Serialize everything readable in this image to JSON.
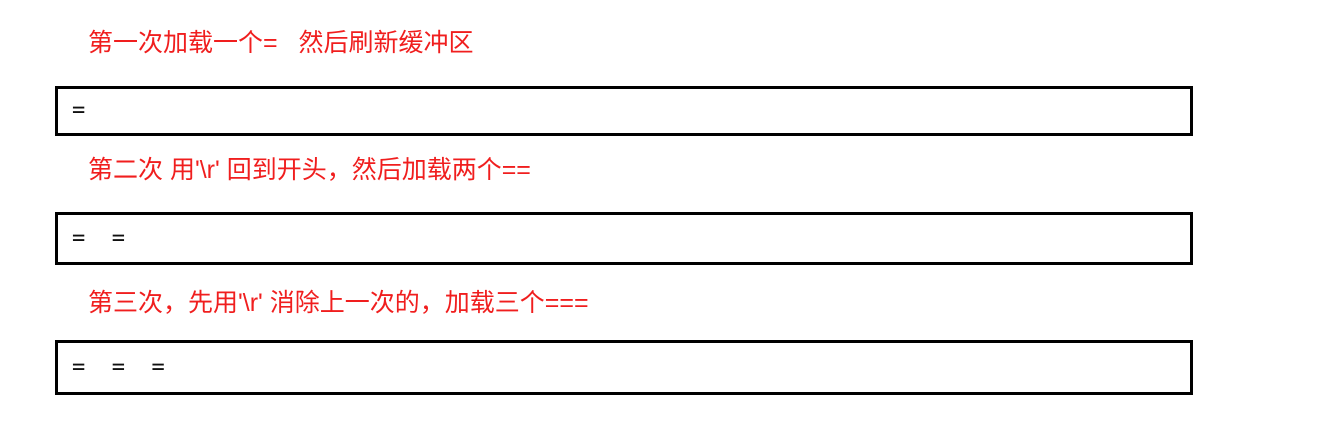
{
  "colors": {
    "annotation_red": "#f01e1e",
    "box_border": "#000000",
    "console_text": "#101010",
    "background": "#ffffff"
  },
  "steps": [
    {
      "annotation": "第一次加载一个=   然后刷新缓冲区",
      "console_output": "="
    },
    {
      "annotation": "第二次 用'\\r' 回到开头，然后加载两个==",
      "console_output": "=  ="
    },
    {
      "annotation": "第三次，先用'\\r' 消除上一次的，加载三个===",
      "console_output": "=  =  ="
    }
  ]
}
